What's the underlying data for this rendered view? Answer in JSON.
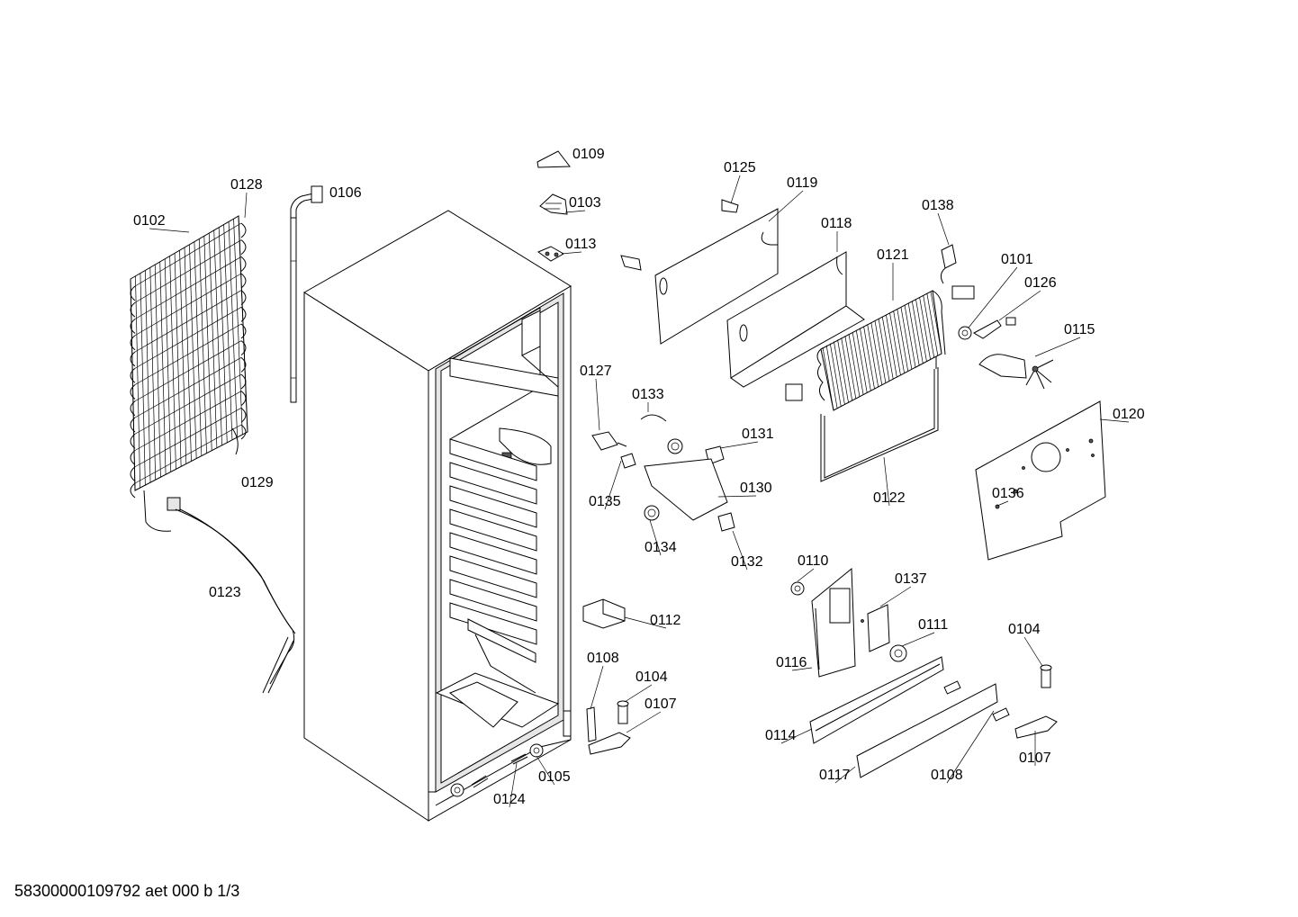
{
  "document": {
    "footer_code": "58300000109792 aet 000 b 1/3"
  },
  "parts": [
    {
      "id": "0109"
    },
    {
      "id": "0103"
    },
    {
      "id": "0113"
    },
    {
      "id": "0106"
    },
    {
      "id": "0128"
    },
    {
      "id": "0102"
    },
    {
      "id": "0129"
    },
    {
      "id": "0123"
    },
    {
      "id": "0125"
    },
    {
      "id": "0119"
    },
    {
      "id": "0118"
    },
    {
      "id": "0138"
    },
    {
      "id": "0121"
    },
    {
      "id": "0101"
    },
    {
      "id": "0126"
    },
    {
      "id": "0115"
    },
    {
      "id": "0120"
    },
    {
      "id": "0136"
    },
    {
      "id": "0122"
    },
    {
      "id": "0127"
    },
    {
      "id": "0133"
    },
    {
      "id": "0131"
    },
    {
      "id": "0135"
    },
    {
      "id": "0130"
    },
    {
      "id": "0134"
    },
    {
      "id": "0132"
    },
    {
      "id": "0112"
    },
    {
      "id": "0108"
    },
    {
      "id": "0104"
    },
    {
      "id": "0107"
    },
    {
      "id": "0105"
    },
    {
      "id": "0124"
    },
    {
      "id": "0110"
    },
    {
      "id": "0137"
    },
    {
      "id": "0111"
    },
    {
      "id": "0116"
    },
    {
      "id": "0114"
    },
    {
      "id": "0117"
    },
    {
      "id": "0108"
    },
    {
      "id": "0104"
    },
    {
      "id": "0107"
    }
  ]
}
